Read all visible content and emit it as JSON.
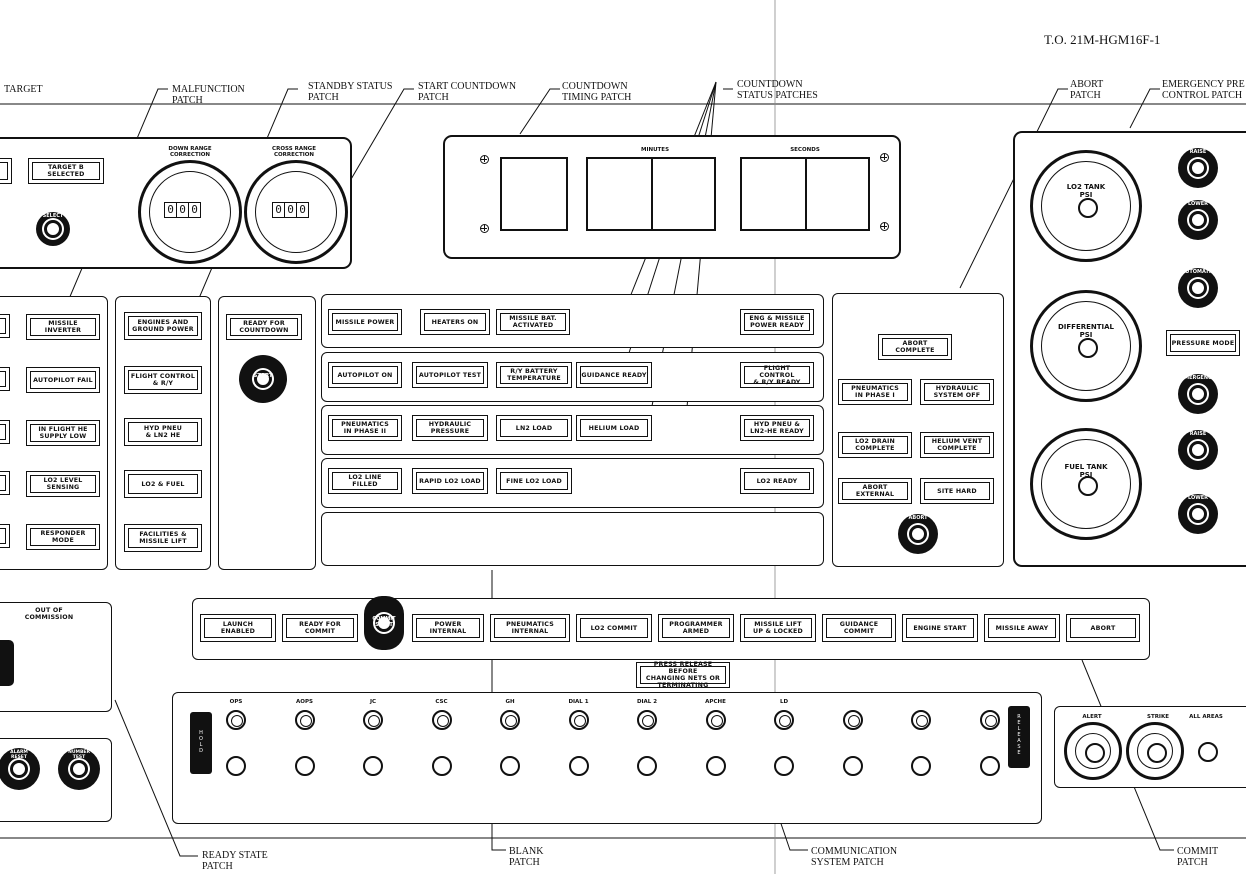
{
  "doc_number": "T.O. 21M-HGM16F-1",
  "callouts": {
    "target": "TARGET",
    "malfunction": "MALFUNCTION\nPATCH",
    "standby_status": "STANDBY STATUS\nPATCH",
    "start_countdown": "START COUNTDOWN\nPATCH",
    "countdown_timing": "COUNTDOWN\nTIMING PATCH",
    "countdown_status": "COUNTDOWN\nSTATUS PATCHES",
    "abort": "ABORT\nPATCH",
    "emergency": "EMERGENCY PRE\nCONTROL PATCH",
    "ready_state": "READY STATE\nPATCH",
    "blank": "BLANK\nPATCH",
    "communication": "COMMUNICATION\nSYSTEM PATCH",
    "commit": "COMMIT\nPATCH"
  },
  "target_panel": {
    "target_b": "TARGET B\nSELECTED",
    "select_button": "SELECT",
    "down_range": "DOWN RANGE\nCORRECTION",
    "cross_range": "CROSS RANGE\nCORRECTION",
    "down_counter": "000",
    "cross_counter": "000"
  },
  "malfunction_lights": [
    "MISSILE\nINVERTER",
    "AUTOPILOT FAIL",
    "IN FLIGHT HE\nSUPPLY LOW",
    "LO2 LEVEL\nSENSING",
    "RESPONDER MODE"
  ],
  "standby_lights": [
    "ENGINES AND\nGROUND POWER",
    "FLIGHT CONTROL\n& R/Y",
    "HYD PNEU\n& LN2 HE",
    "LO2 & FUEL",
    "FACILITIES &\nMISSILE LIFT"
  ],
  "start_countdown": {
    "ready": "READY FOR\nCOUNTDOWN",
    "switch": "START\nC/D"
  },
  "timing": {
    "minutes": "MINUTES",
    "seconds": "SECONDS"
  },
  "status_rows": [
    [
      "MISSILE POWER",
      "HEATERS ON",
      "MISSILE BAT.\nACTIVATED",
      "ENG & MISSILE\nPOWER READY"
    ],
    [
      "AUTOPILOT ON",
      "AUTOPILOT TEST",
      "R/Y BATTERY\nTEMPERATURE",
      "GUIDANCE READY",
      "FLIGHT CONTROL\n& R/Y READY"
    ],
    [
      "PNEUMATICS\nIN PHASE II",
      "HYDRAULIC\nPRESSURE",
      "LN2 LOAD",
      "HELIUM LOAD",
      "HYD PNEU &\nLN2-HE READY"
    ],
    [
      "LO2 LINE\nFILLED",
      "RAPID LO2 LOAD",
      "FINE LO2 LOAD",
      "LO2 READY"
    ]
  ],
  "abort_panel": {
    "abort_complete": "ABORT COMPLETE",
    "pneumatics": "PNEUMATICS\nIN PHASE I",
    "hydraulic": "HYDRAULIC\nSYSTEM OFF",
    "lo2_drain": "LO2 DRAIN\nCOMPLETE",
    "helium_vent": "HELIUM VENT\nCOMPLETE",
    "abort_external": "ABORT EXTERNAL",
    "site_hard": "SITE HARD",
    "abort_button": "ABORT"
  },
  "gauges": {
    "lo2_tank": "LO2 TANK\nPSI",
    "differential": "DIFFERENTIAL\nPSI",
    "fuel_tank": "FUEL TANK\nPSI"
  },
  "emergency_buttons": [
    "RAISE",
    "LOWER",
    "AUTOMATIC",
    "EMERGENCY",
    "RAISE",
    "LOWER"
  ],
  "pressure_mode": "PRESSURE MODE",
  "commit_row": [
    "LAUNCH ENABLED",
    "READY FOR\nCOMMIT",
    "POWER INTERNAL",
    "PNEUMATICS\nINTERNAL",
    "LO2 COMMIT",
    "PROGRAMMER\nARMED",
    "MISSILE LIFT\nUP & LOCKED",
    "GUIDANCE\nCOMMIT",
    "ENGINE START",
    "MISSILE AWAY",
    "ABORT"
  ],
  "commit_switch": "COMMIT\nSTART",
  "press_release": "PRESS RELEASE BEFORE\nCHANGING NETS OR\nTERMINATING",
  "comm_channels": [
    "OPS",
    "AOPS",
    "JC",
    "CSC",
    "GH",
    "DIAL 1",
    "DIAL 2",
    "APCHE",
    "LD",
    "",
    "",
    ""
  ],
  "hold_switch": "H\nO\nL\nD",
  "release_switch": "R\nE\nL\nE\nA\nS\nE",
  "ready_state": {
    "out_of_commission": "OUT OF\nCOMMISSION",
    "alarm_reset": "ALARM\nRESET",
    "number_test": "NUMBER\nTEST"
  },
  "alert_panel": [
    "ALERT",
    "STRIKE",
    "ALL AREAS"
  ]
}
